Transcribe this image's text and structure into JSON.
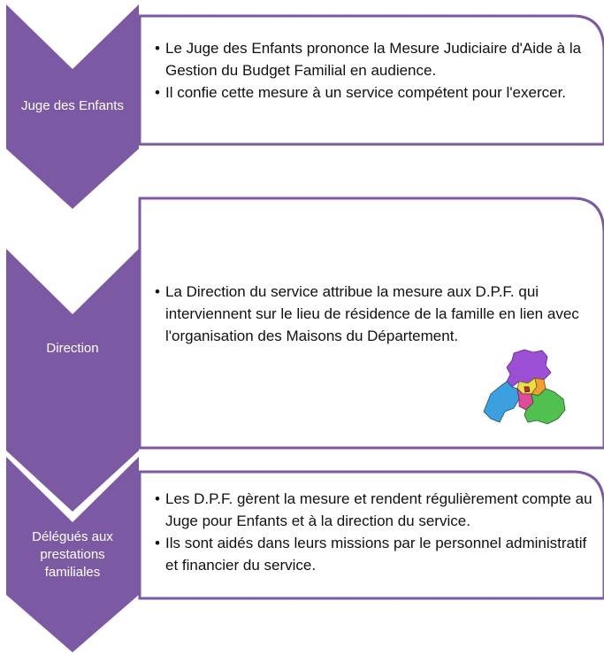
{
  "colors": {
    "chevron": "#7b5aa3",
    "box_border": "#7b5aa3",
    "box_fill": "#ffffff",
    "text": "#111111",
    "label": "#ffffff"
  },
  "steps": [
    {
      "label_lines": [
        "Juge des Enfants"
      ],
      "bullets": [
        "Le Juge des Enfants prononce  la Mesure Judiciaire d'Aide à la Gestion du Budget Familial en audience.",
        "Il confie cette mesure à un service compétent pour l'exercer."
      ]
    },
    {
      "label_lines": [
        "Direction"
      ],
      "bullets": [
        "La Direction du service attribue la mesure aux D.P.F. qui interviennent  sur le lieu de résidence de la famille en lien avec l'organisation des Maisons du Département."
      ]
    },
    {
      "label_lines": [
        "Délégués aux",
        "prestations",
        "familiales"
      ],
      "bullets": [
        "Les D.P.F. gèrent la mesure et rendent régulièrement compte au Juge pour Enfants et à la direction du service.",
        "Ils sont aidés dans leurs missions par le personnel administratif et financier du service."
      ]
    }
  ],
  "map_icon": {
    "name": "department-map-icon",
    "region_colors": [
      "#9b4fd4",
      "#f0a030",
      "#e8e040",
      "#3ca0e0",
      "#50c050",
      "#e04a9a",
      "#c03030"
    ]
  }
}
